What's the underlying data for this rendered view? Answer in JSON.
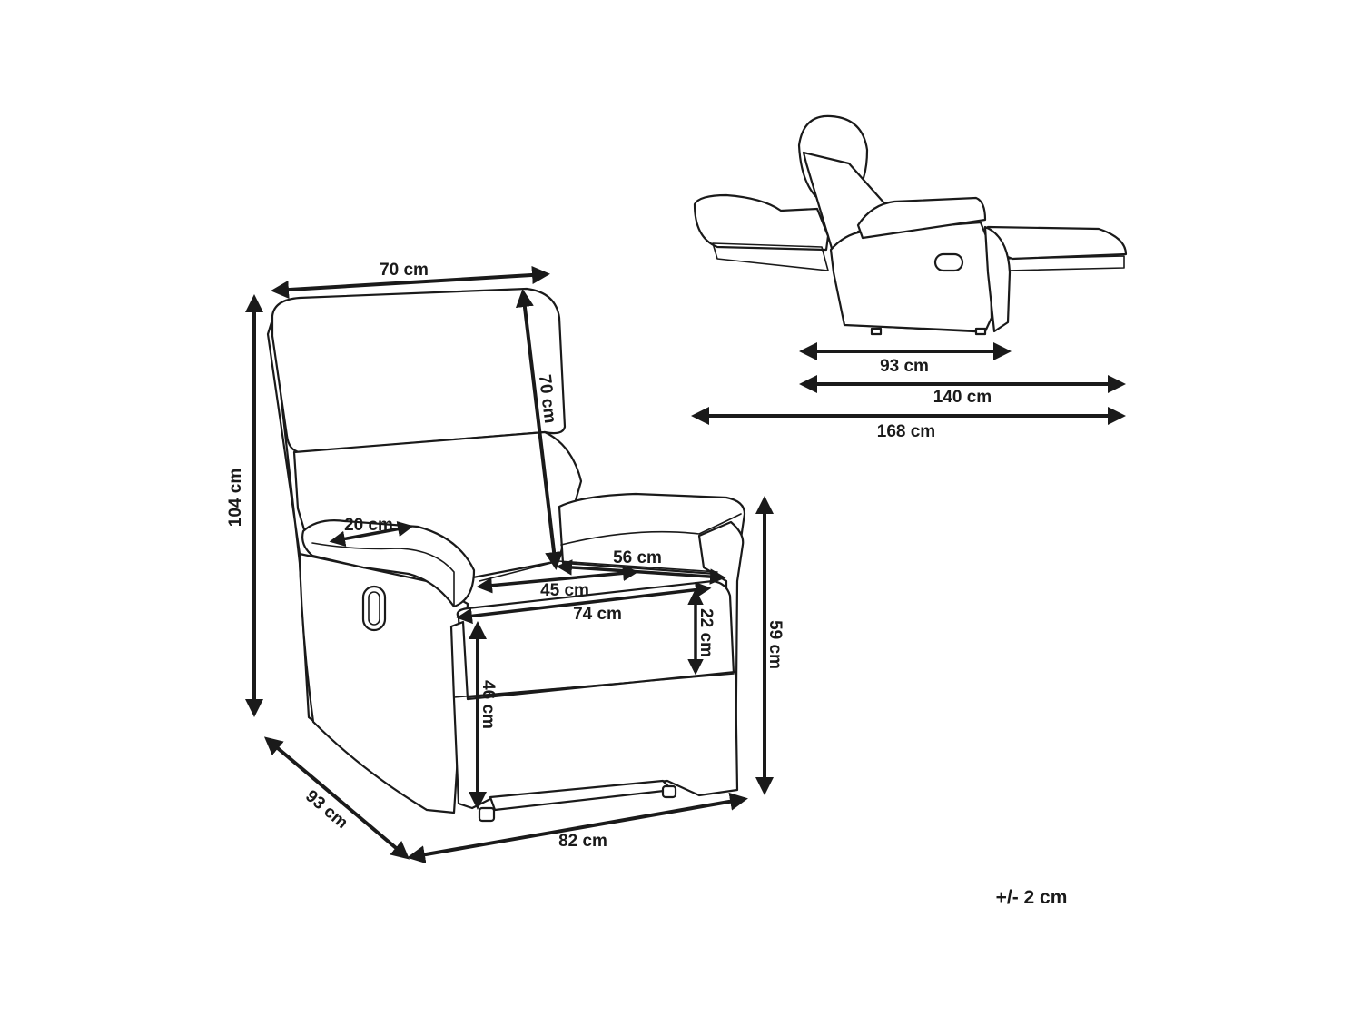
{
  "diagram": {
    "dimensions": {
      "backrest_width": "70 cm",
      "backrest_height": "70 cm",
      "total_height": "104 cm",
      "armrest_width": "20 cm",
      "seat_depth": "56 cm",
      "seat_width": "45 cm",
      "inner_width": "74 cm",
      "armrest_height_above_seat": "22 cm",
      "arm_height": "59 cm",
      "seat_height": "46 cm",
      "depth": "93 cm",
      "total_width": "82 cm",
      "reclined_depth_short": "93 cm",
      "reclined_depth_mid": "140 cm",
      "reclined_depth_full": "168 cm"
    },
    "tolerance": "+/- 2 cm"
  }
}
